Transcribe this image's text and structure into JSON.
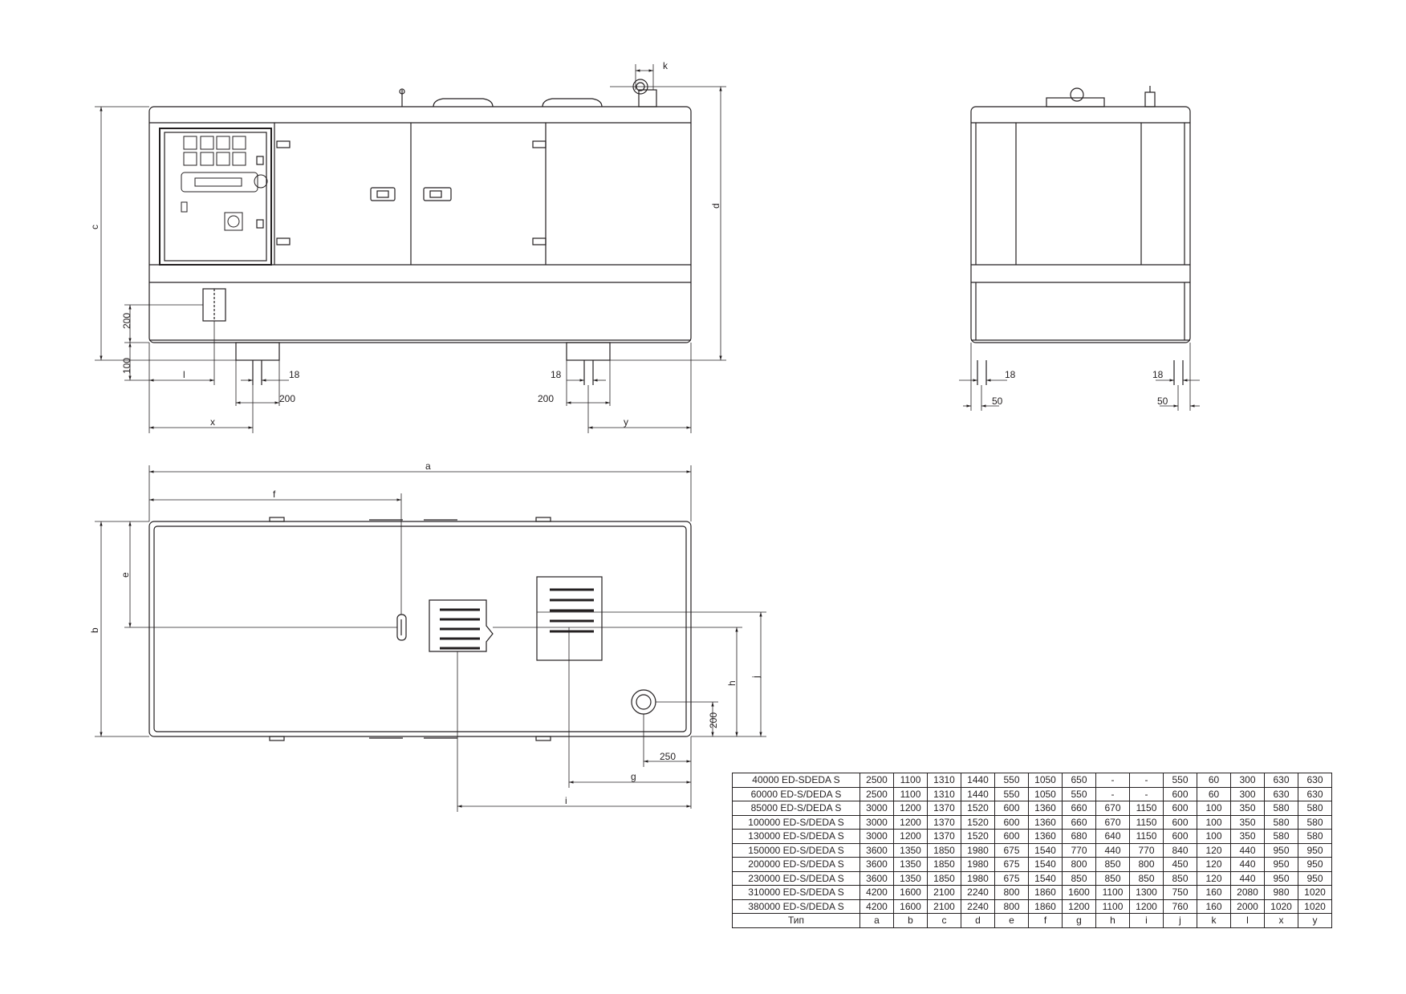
{
  "dimension_labels": {
    "a": "a",
    "b": "b",
    "c": "c",
    "d": "d",
    "e": "e",
    "f": "f",
    "g": "g",
    "h": "h",
    "i": "i",
    "j": "j",
    "k": "k",
    "l": "l",
    "x": "x",
    "y": "y",
    "d200": "200",
    "d100": "100",
    "d18": "18",
    "d50": "50",
    "d250": "250"
  },
  "table": {
    "rows": [
      {
        "model": "40000 ED-SDEDA S",
        "values": [
          "2500",
          "1100",
          "1310",
          "1440",
          "550",
          "1050",
          "650",
          "-",
          "-",
          "550",
          "60",
          "300",
          "630",
          "630"
        ]
      },
      {
        "model": "60000 ED-S/DEDA S",
        "values": [
          "2500",
          "1100",
          "1310",
          "1440",
          "550",
          "1050",
          "550",
          "-",
          "-",
          "600",
          "60",
          "300",
          "630",
          "630"
        ]
      },
      {
        "model": "85000 ED-S/DEDA S",
        "values": [
          "3000",
          "1200",
          "1370",
          "1520",
          "600",
          "1360",
          "660",
          "670",
          "1150",
          "600",
          "100",
          "350",
          "580",
          "580"
        ]
      },
      {
        "model": "100000 ED-S/DEDA S",
        "values": [
          "3000",
          "1200",
          "1370",
          "1520",
          "600",
          "1360",
          "660",
          "670",
          "1150",
          "600",
          "100",
          "350",
          "580",
          "580"
        ]
      },
      {
        "model": "130000 ED-S/DEDA S",
        "values": [
          "3000",
          "1200",
          "1370",
          "1520",
          "600",
          "1360",
          "680",
          "640",
          "1150",
          "600",
          "100",
          "350",
          "580",
          "580"
        ]
      },
      {
        "model": "150000 ED-S/DEDA S",
        "values": [
          "3600",
          "1350",
          "1850",
          "1980",
          "675",
          "1540",
          "770",
          "440",
          "770",
          "840",
          "120",
          "440",
          "950",
          "950"
        ]
      },
      {
        "model": "200000 ED-S/DEDA S",
        "values": [
          "3600",
          "1350",
          "1850",
          "1980",
          "675",
          "1540",
          "800",
          "850",
          "800",
          "450",
          "120",
          "440",
          "950",
          "950"
        ]
      },
      {
        "model": "230000 ED-S/DEDA S",
        "values": [
          "3600",
          "1350",
          "1850",
          "1980",
          "675",
          "1540",
          "850",
          "850",
          "850",
          "850",
          "120",
          "440",
          "950",
          "950"
        ]
      },
      {
        "model": "310000 ED-S/DEDA S",
        "values": [
          "4200",
          "1600",
          "2100",
          "2240",
          "800",
          "1860",
          "1600",
          "1100",
          "1300",
          "750",
          "160",
          "2080",
          "980",
          "1020"
        ]
      },
      {
        "model": "380000 ED-S/DEDA S",
        "values": [
          "4200",
          "1600",
          "2100",
          "2240",
          "800",
          "1860",
          "1200",
          "1100",
          "1200",
          "760",
          "160",
          "2000",
          "1020",
          "1020"
        ]
      }
    ],
    "header": {
      "label": "Тип",
      "columns": [
        "a",
        "b",
        "c",
        "d",
        "e",
        "f",
        "g",
        "h",
        "i",
        "j",
        "k",
        "l",
        "x",
        "y"
      ]
    }
  }
}
